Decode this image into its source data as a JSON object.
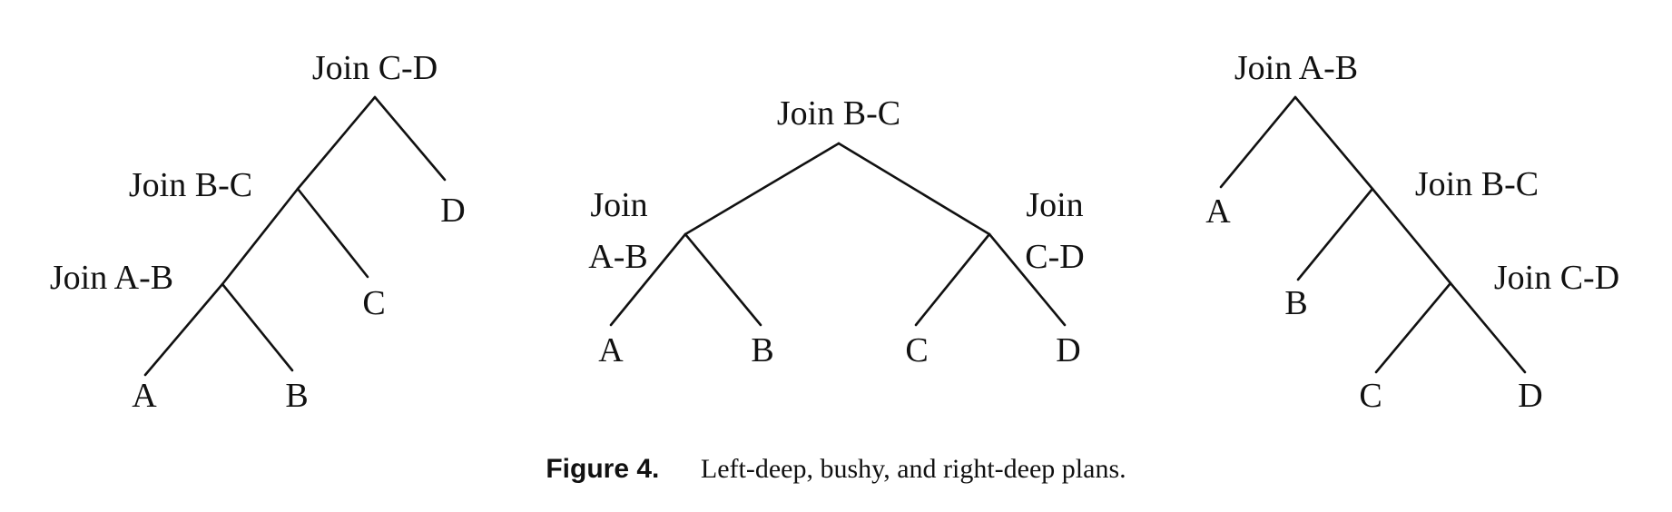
{
  "caption": {
    "label": "Figure 4.",
    "text": "Left-deep, bushy, and right-deep plans."
  },
  "trees": [
    {
      "plan": "left-deep",
      "labels": [
        "Join C-D",
        "Join B-C",
        "D",
        "Join A-B",
        "C",
        "A",
        "B"
      ]
    },
    {
      "plan": "bushy",
      "labels": [
        "Join B-C",
        "Join",
        "A-B",
        "Join",
        "C-D",
        "A",
        "B",
        "C",
        "D"
      ]
    },
    {
      "plan": "right-deep",
      "labels": [
        "Join A-B",
        "A",
        "Join B-C",
        "B",
        "Join C-D",
        "C",
        "D"
      ]
    }
  ]
}
